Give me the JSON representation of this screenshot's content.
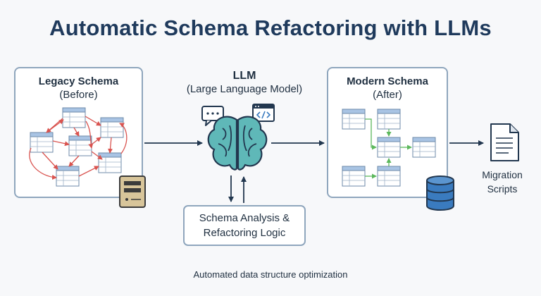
{
  "title": "Automatic Schema Refactoring with LLMs",
  "legacy": {
    "title": "Legacy Schema",
    "subtitle": "(Before)"
  },
  "llm": {
    "title": "LLM",
    "subtitle": "(Large Language Model)"
  },
  "modern": {
    "title": "Modern Schema",
    "subtitle": "(After)"
  },
  "logic": {
    "line1": "Schema Analysis &",
    "line2": "Refactoring Logic"
  },
  "migration": {
    "line1": "Migration",
    "line2": "Scripts"
  },
  "caption": "Automated data structure optimization",
  "colors": {
    "title": "#1f3a5c",
    "panel_border": "#8fa6bd",
    "table_header": "#a9c4e4",
    "legacy_links": "#d9534f",
    "modern_links": "#5cb85c",
    "brain": "#5fb8b8",
    "arrow": "#22374f"
  }
}
